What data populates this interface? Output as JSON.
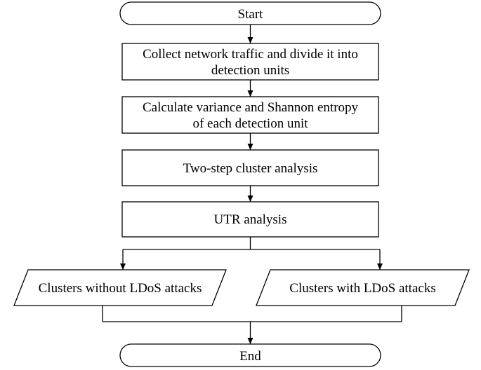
{
  "flowchart": {
    "start": "Start",
    "step1": {
      "line1": "Collect network traffic and divide it into",
      "line2": "detection units"
    },
    "step2": {
      "line1": "Calculate variance and Shannon entropy",
      "line2": "of each detection unit"
    },
    "step3": "Two-step cluster analysis",
    "step4": "UTR analysis",
    "output_left": "Clusters without LDoS attacks",
    "output_right": "Clusters with LDoS attacks",
    "end": "End"
  }
}
